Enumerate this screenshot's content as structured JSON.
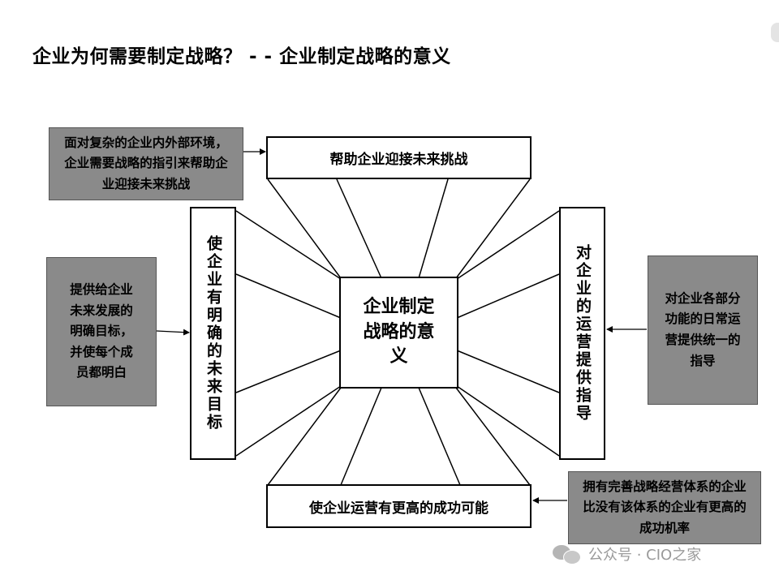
{
  "title": "企业为何需要制定战略？ - - 企业制定战略的意义",
  "center": "企业制定战略的意义",
  "goals": {
    "top": "帮助企业迎接未来挑战",
    "left": "使企业有明确的未来目标",
    "right": "对企业的运营提供指导",
    "bottom": "使企业运营有更高的成功可能"
  },
  "notes": {
    "top": "面对复杂的企业内外部环境，企业需要战略的指引来帮助企业迎接未来挑战",
    "left": "提供给企业未来发展的明确目标，并使每个成员都明白",
    "right": "对企业各部分功能的日常运营提供统一的指导",
    "bottom": "拥有完善战略经营体系的企业比没有该体系的企业有更高的成功机率"
  },
  "watermark": {
    "icon": "wechat-icon",
    "text": "公众号 · CIO之家"
  },
  "colors": {
    "note_fill": "#8a8a8a",
    "box_border": "#000000",
    "watermark": "#9a9a9a"
  }
}
